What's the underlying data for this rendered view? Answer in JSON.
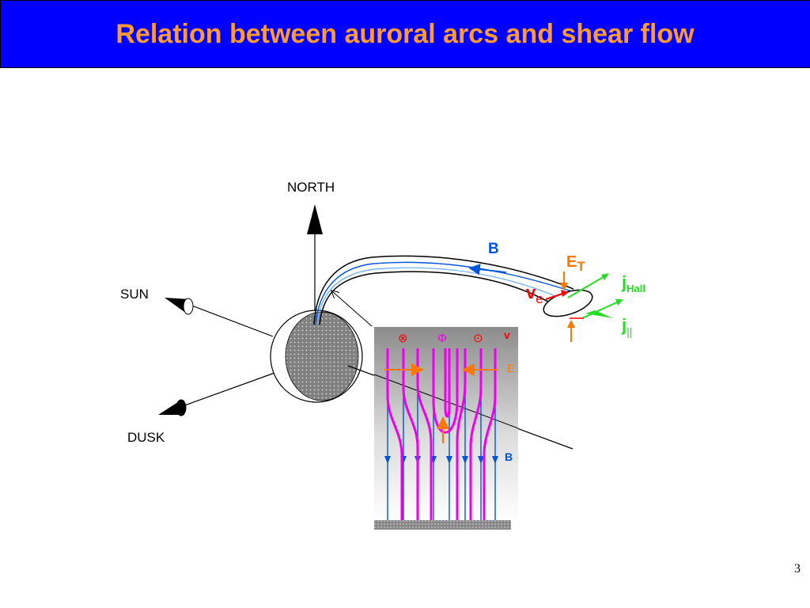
{
  "slide": {
    "title": "Relation between auroral arcs and shear flow",
    "page_number": "3"
  },
  "diagram": {
    "labels": {
      "north": "NORTH",
      "sun": "SUN",
      "dusk": "DUSK",
      "b_field": "B",
      "e_t_main": "E",
      "e_t_sub": "T",
      "v_e_main": "v",
      "v_e_sub": "e",
      "j_hall_main": "j",
      "j_hall_sub": "Hall",
      "j_par_main": "j",
      "j_par_sub": "||"
    },
    "inset": {
      "symbol_into": "⊗",
      "symbol_phi": "Φ",
      "symbol_out": "⊙",
      "v": "v",
      "e": "E",
      "b": "B"
    },
    "colors": {
      "title_bg": "#0000ff",
      "title_text": "#ff9933",
      "field_blue": "#0055dd",
      "orange": "#ff7700",
      "green": "#22dd22",
      "red": "#ff0000",
      "magenta": "#ee00ee"
    }
  }
}
